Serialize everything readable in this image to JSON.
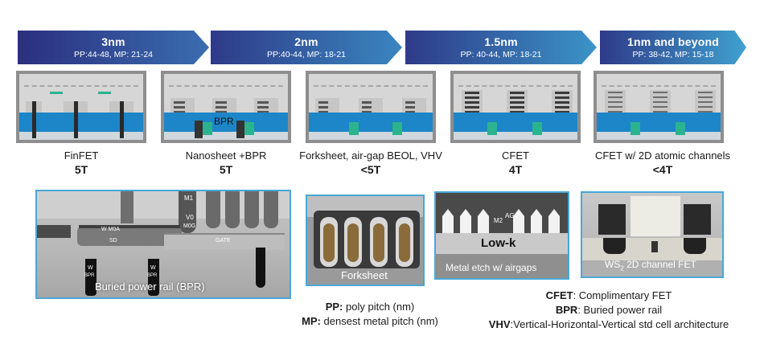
{
  "nodes": [
    {
      "title": "3nm",
      "pitch": "PP:44-48,  MP: 21-24",
      "device": "FinFET",
      "tracks": "5T"
    },
    {
      "title": "2nm",
      "pitch": "PP:40-44,  MP: 18-21",
      "device": "Nanosheet +BPR",
      "tracks": "5T",
      "inset_label": "BPR"
    },
    {
      "title": "1.5nm",
      "pitch": "PP: 40-44,  MP: 18-21",
      "device": "Forksheet, air-gap BEOL, VHV",
      "tracks": "<5T"
    },
    {
      "title": "1nm and beyond",
      "pitch": "PP: 38-42,  MP: 15-18",
      "device": "CFET",
      "tracks": "4T"
    }
  ],
  "extra_device": {
    "device": "CFET w/ 2D atomic channels",
    "tracks": "<4T"
  },
  "micrographs": {
    "bpr": {
      "caption": "Buried power rail (BPR)",
      "labels": {
        "m1": "M1",
        "v0": "V0",
        "m0g": "M0G",
        "wm0a": "W M0A",
        "sd": "SD",
        "gate": "GATE",
        "w1": "W",
        "bpr1": "BPR",
        "w2": "W",
        "bpr2": "BPR"
      }
    },
    "forksheet": {
      "caption": "Forksheet"
    },
    "metal_etch": {
      "caption": "Metal etch w/ airgaps",
      "low_k": "Low-k",
      "m2": "M2",
      "ag": "AG"
    },
    "ws2": {
      "caption_prefix": "WS",
      "caption_sub": "2",
      "caption_suffix": " 2D channel FET"
    }
  },
  "legend_left": [
    {
      "abbr": "PP:",
      "text": " poly pitch (nm)"
    },
    {
      "abbr": "MP:",
      "text": " densest metal pitch (nm)"
    }
  ],
  "legend_right": [
    {
      "abbr": "CFET",
      "text": ": Complimentary FET"
    },
    {
      "abbr": "BPR",
      "text": ": Buried power rail"
    },
    {
      "abbr": "VHV",
      "text": ":Vertical-Horizontal-Vertical std cell architecture"
    }
  ],
  "colors": {
    "chevron_start": "#2b2f7f",
    "chevron_end": "#3fa1d0",
    "substrate": "#1c86c8",
    "green": "#2bb38f"
  }
}
